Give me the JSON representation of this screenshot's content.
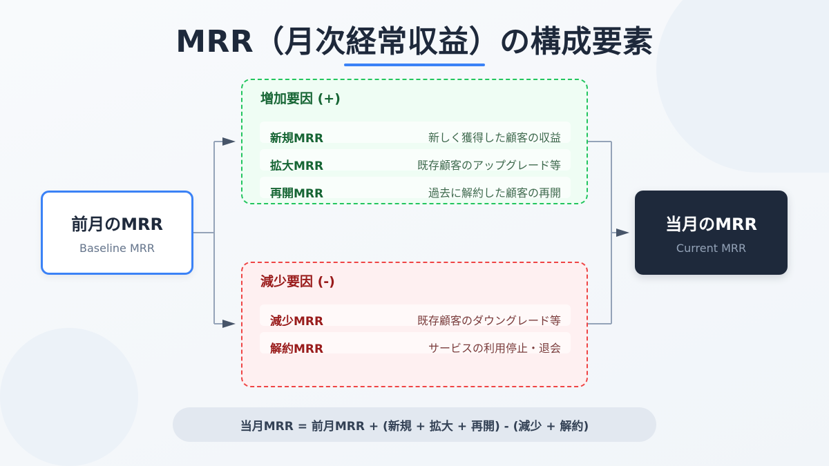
{
  "title": "MRR（月次経常収益）の構成要素",
  "colors": {
    "accent": "#3b82f6",
    "dark_node": "#1e293b",
    "increase_border": "#22c55e",
    "increase_text": "#166534",
    "decrease_border": "#ef4444",
    "decrease_text": "#991b1b",
    "connector": "#94a3b8",
    "arrowhead": "#475569"
  },
  "nodes": {
    "previous": {
      "title": "前月のMRR",
      "subtitle": "Baseline MRR"
    },
    "current": {
      "title": "当月のMRR",
      "subtitle": "Current MRR"
    }
  },
  "groups": {
    "increase": {
      "title": "増加要因 (+)",
      "items": [
        {
          "name": "新規MRR",
          "description": "新しく獲得した顧客の収益"
        },
        {
          "name": "拡大MRR",
          "description": "既存顧客のアップグレード等"
        },
        {
          "name": "再開MRR",
          "description": "過去に解約した顧客の再開"
        }
      ]
    },
    "decrease": {
      "title": "減少要因 (-)",
      "items": [
        {
          "name": "減少MRR",
          "description": "既存顧客のダウングレード等"
        },
        {
          "name": "解約MRR",
          "description": "サービスの利用停止・退会"
        }
      ]
    }
  },
  "formula": "当月MRR = 前月MRR + (新規 + 拡大 + 再開) - (減少 + 解約)"
}
